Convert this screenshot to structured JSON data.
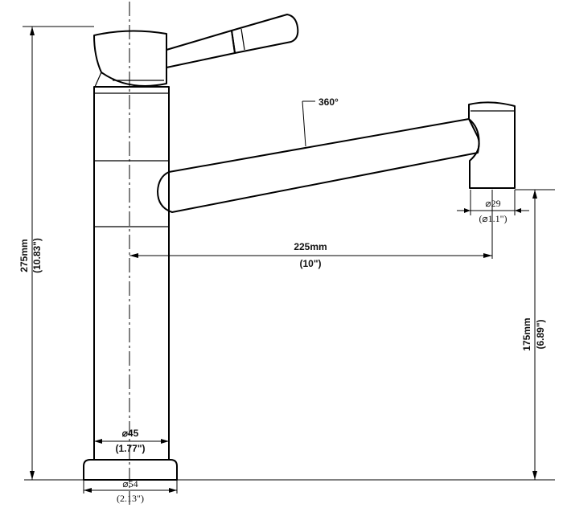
{
  "dimensions": {
    "rotation": {
      "label": "360°"
    },
    "spout_reach": {
      "mm": "225mm",
      "inch": "(10\")"
    },
    "overall_height": {
      "mm": "275mm",
      "inch": "(10.83\")"
    },
    "spout_height": {
      "mm": "175mm",
      "inch": "(6.89\")"
    },
    "body_diameter": {
      "mm": "⌀45",
      "inch": "(1.77\")"
    },
    "base_diameter": {
      "mm": "⌀54",
      "inch": "(2.13\")"
    },
    "outlet_diameter": {
      "mm": "⌀29",
      "inch": "(⌀1.1\")"
    }
  }
}
